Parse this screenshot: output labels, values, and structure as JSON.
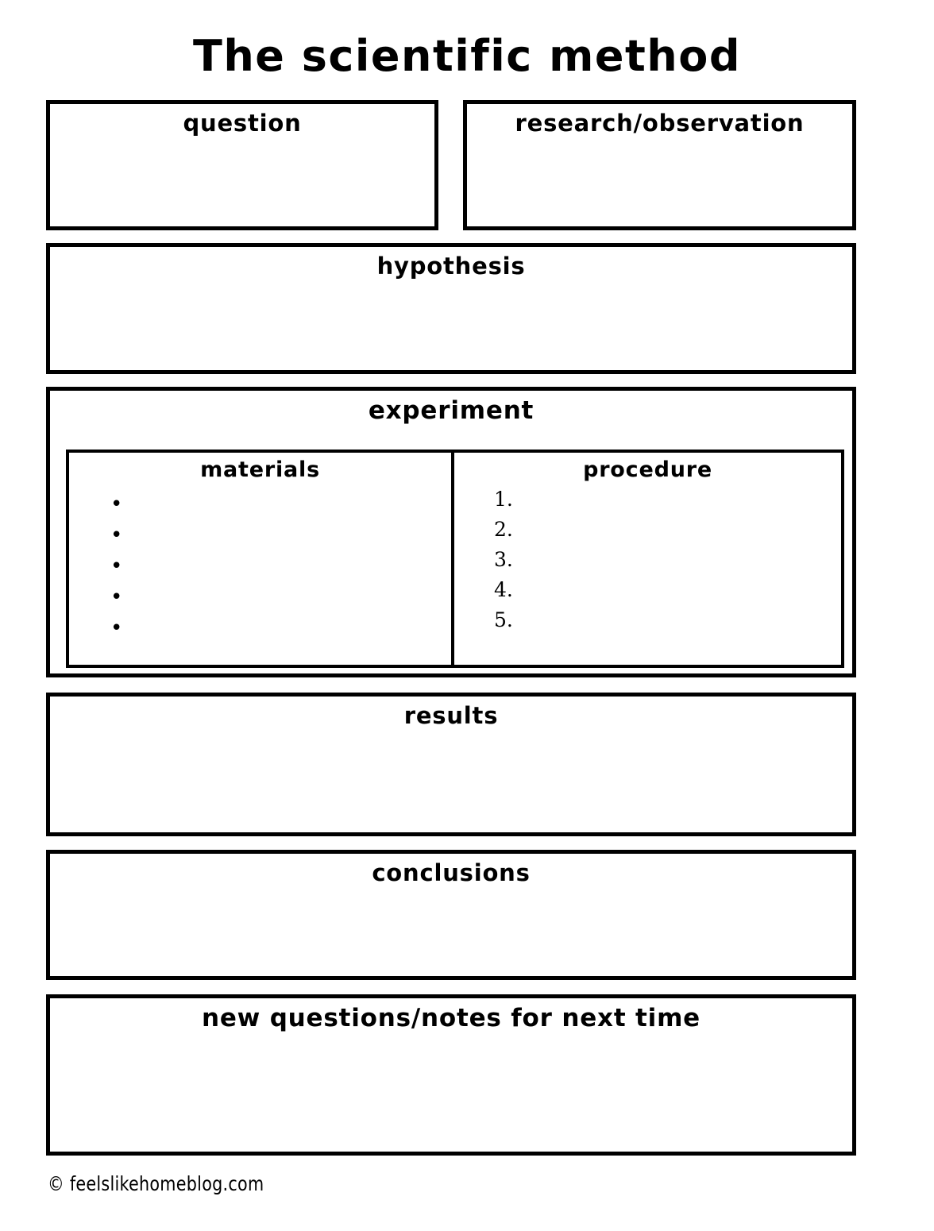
{
  "title": "The scientific method",
  "sections": {
    "question": {
      "heading": "question"
    },
    "research": {
      "heading": "research/observation"
    },
    "hypothesis": {
      "heading": "hypothesis"
    },
    "experiment": {
      "heading": "experiment",
      "materials": {
        "heading": "materials",
        "bullets": [
          "",
          "",
          "",
          "",
          ""
        ],
        "bullet_count": 5,
        "marker": "bullet"
      },
      "procedure": {
        "heading": "procedure",
        "items": [
          "1.",
          "2.",
          "3.",
          "4.",
          "5."
        ],
        "item_count": 5,
        "marker": "decimal"
      }
    },
    "results": {
      "heading": "results"
    },
    "conclusions": {
      "heading": "conclusions"
    },
    "new_questions": {
      "heading": "new questions/notes for next time"
    }
  },
  "footer": {
    "copyright": "© feelslikehomeblog.com"
  },
  "colors": {
    "ink": "#000000",
    "paper": "#ffffff"
  }
}
